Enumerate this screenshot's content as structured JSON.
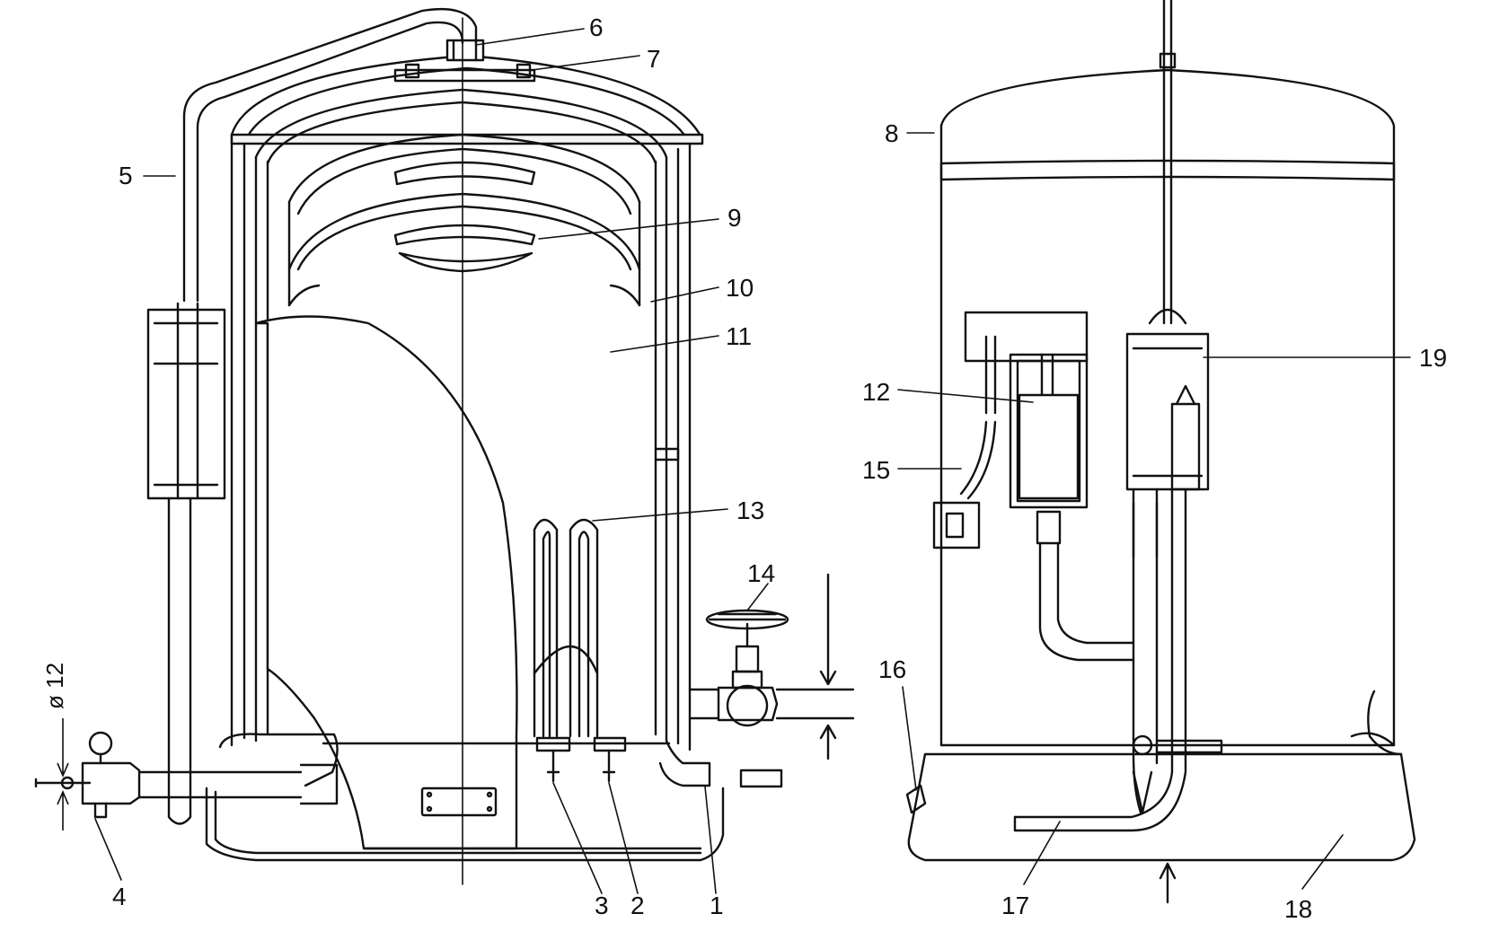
{
  "colors": {
    "ink": "#111111",
    "paper": "#ffffff",
    "fill_light": "#f4f4f4"
  },
  "labels": {
    "l1": "1",
    "l2": "2",
    "l3": "3",
    "l4": "4",
    "l5": "5",
    "l6": "6",
    "l7": "7",
    "l8": "8",
    "l9": "9",
    "l10": "10",
    "l11": "11",
    "l12": "12",
    "l13": "13",
    "l14": "14",
    "l15": "15",
    "l16": "16",
    "l17": "17",
    "l18": "18",
    "l19": "19",
    "diameter": "ø 12"
  }
}
